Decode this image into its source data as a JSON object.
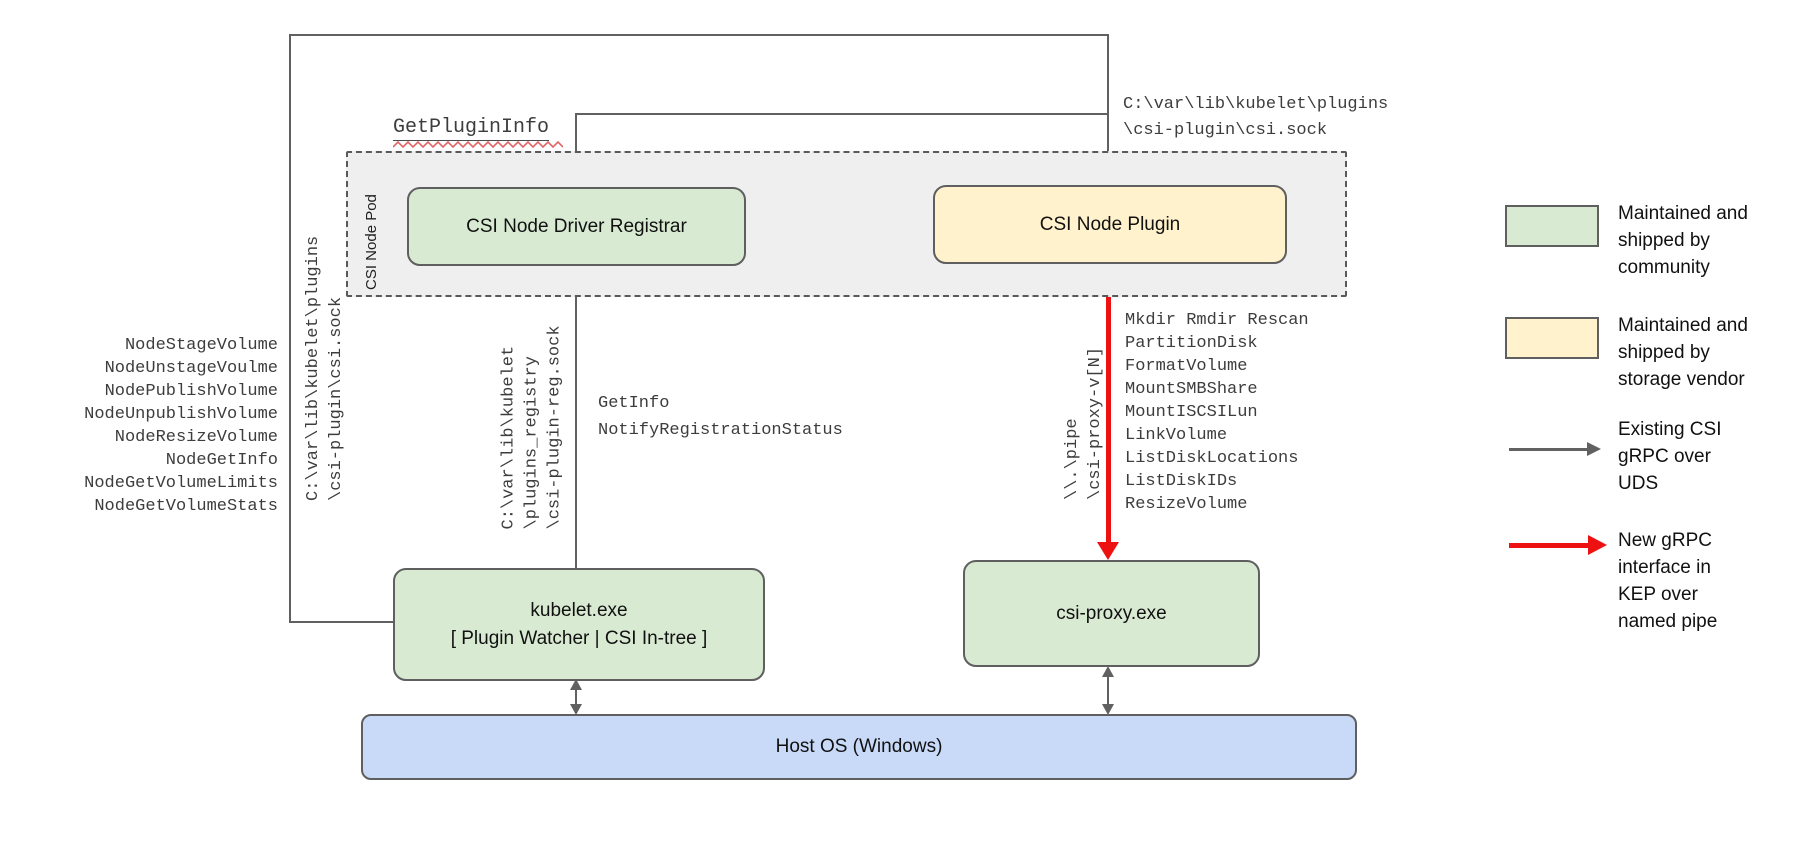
{
  "nodes": {
    "pod_label": "CSI Node Pod",
    "registrar": "CSI Node Driver Registrar",
    "plugin": "CSI Node Plugin",
    "kubelet_title": "kubelet.exe",
    "kubelet_subtitle": "[ Plugin Watcher | CSI In-tree ]",
    "csi_proxy": "csi-proxy.exe",
    "host_os": "Host OS (Windows)"
  },
  "annotations": {
    "get_plugin_info": "GetPluginInfo",
    "csi_sock_top": [
      "C:\\var\\lib\\kubelet\\plugins",
      "\\csi-plugin\\csi.sock"
    ],
    "csi_sock_left": [
      "C:\\var\\lib\\kubelet\\plugins",
      "\\csi-plugin\\csi.sock"
    ],
    "registration_sock": [
      "C:\\var\\lib\\kubelet",
      "\\plugins_registry",
      "\\csi-plugin-reg.sock"
    ],
    "named_pipe": [
      "\\\\.\\pipe",
      "\\csi-proxy-v[N]"
    ],
    "registration_calls": [
      "GetInfo",
      "NotifyRegistrationStatus"
    ],
    "node_rpc_calls": [
      "NodeStageVolume",
      "NodeUnstageVoulme",
      "NodePublishVolume",
      "NodeUnpublishVolume",
      "NodeResizeVolume",
      "NodeGetInfo",
      "NodeGetVolumeLimits",
      "NodeGetVolumeStats"
    ],
    "proxy_calls": [
      "Mkdir Rmdir Rescan",
      "PartitionDisk",
      "FormatVolume",
      "MountSMBShare",
      "MountISCSILun",
      "LinkVolume",
      "ListDiskLocations",
      "ListDiskIDs",
      "ResizeVolume"
    ]
  },
  "legend": {
    "community": {
      "label": [
        "Maintained and",
        "shipped by",
        "community"
      ]
    },
    "vendor": {
      "label": [
        "Maintained and",
        "shipped by",
        "storage vendor"
      ]
    },
    "uds": {
      "label": [
        "Existing CSI",
        "gRPC over",
        "UDS"
      ]
    },
    "pipe": {
      "label": [
        "New gRPC",
        "interface in",
        "KEP over",
        "named pipe"
      ]
    }
  },
  "colors": {
    "community_green": "#d9ead3",
    "vendor_yellow": "#fff2cc",
    "host_blue": "#c9daf8",
    "pod_gray": "#efefef",
    "line_gray": "#616161",
    "new_rpc_red": "#ee1111",
    "squiggle_red": "#e06666"
  }
}
